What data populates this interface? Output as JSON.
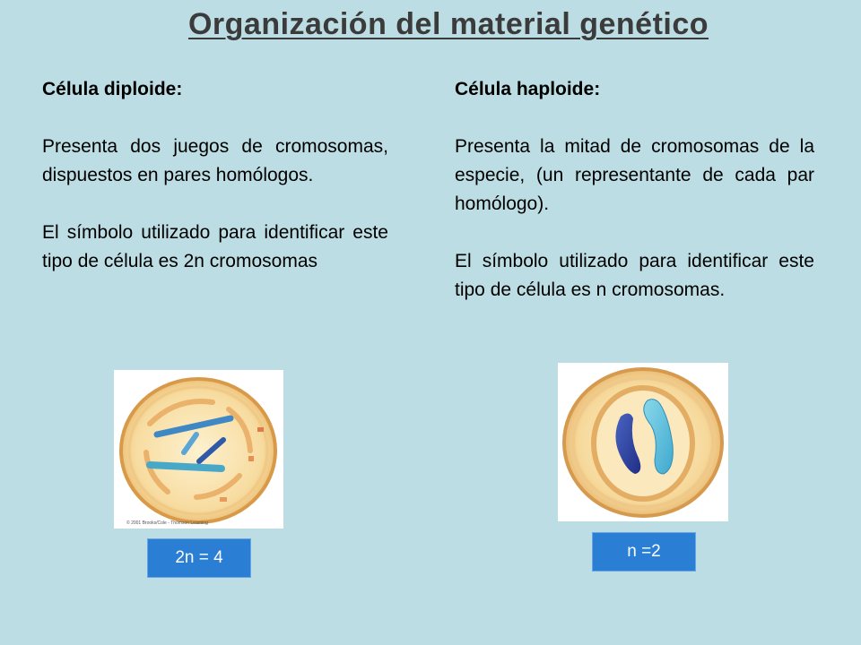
{
  "title": "Organización del material genético",
  "left": {
    "heading": "Célula diploide:",
    "p1": "Presenta dos juegos de cromosomas, dispuestos en pares homólogos.",
    "p2": "El símbolo utilizado para identificar este tipo de célula es 2n cromosomas",
    "figure_credit": "© 2001 Brooks/Cole - Thomson Learning",
    "badge": "2n = 4"
  },
  "right": {
    "heading": "Célula haploide:",
    "p1": "Presenta la mitad de cromosomas de la especie, (un representante de cada par homólogo).",
    "p2": "El símbolo utilizado para identificar este tipo de célula es n cromosomas.",
    "badge": "n =2"
  },
  "colors": {
    "background": "#bcdde3",
    "badge": "#2a7fd4",
    "cell_membrane": "#e9b86a",
    "chromosome_dark": "#2f4aa8",
    "chromosome_light": "#5fc6dc"
  }
}
